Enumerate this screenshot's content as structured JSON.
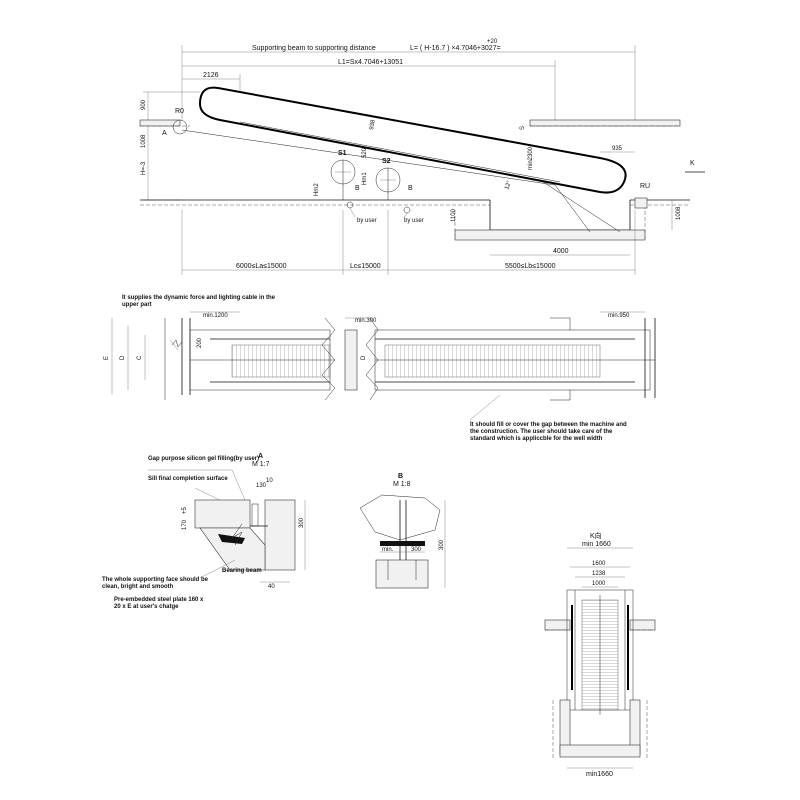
{
  "elevation": {
    "title_support": "Supporting beam to supporting distance",
    "formula_L": "L= ( H-16.7 ) ×4.7046+3027=",
    "formula_L_sup": "+20",
    "formula_L1": "L1=Sx4.7046+13051",
    "dim_2126": "2126",
    "dim_900": "900",
    "dim_1008_left": "1008",
    "dim_H": "H=-3",
    "label_R0": "R0",
    "label_A": "A",
    "label_S": "S",
    "label_S1": "S1",
    "label_S2": "S2",
    "dim_938": "938",
    "dim_520": "520",
    "dim_min2300": "min2300",
    "dim_935": "935",
    "angle_12": "12°",
    "label_RU": "RU",
    "label_K": "K",
    "label_Hm2": "Hm2",
    "label_Hm1": "Hm1",
    "label_B1": "B",
    "label_B2": "B",
    "by_user_1": "by user",
    "by_user_2": "by user",
    "dim_1100": "1100",
    "dim_1008_right": "1008",
    "dim_4000": "4000",
    "dim_La": "6000≤La≤15000",
    "dim_Lc": "Lc≤15000",
    "dim_Lb": "5500≤Lb≤15000"
  },
  "plan": {
    "note_top": "It supplies the dynamic force and lighting cable in the upper part",
    "dim_min1200": "min.1200",
    "dim_min300": "min.300",
    "dim_min950": "min.950",
    "dim_200": "200",
    "label_E": "E",
    "label_D_left": "D",
    "label_C": "C",
    "label_D_mid": "D",
    "note_bottom": "It should fill or cover the gap between the machine and the construction. The user should take care of the standard which is appliccble for the well width"
  },
  "detail_A": {
    "title": "A",
    "scale": "M 1:7",
    "note_gap": "Gap purpose silicon gel filling(by user)",
    "note_sill": "Sill final completion surface",
    "dim_130": "130",
    "dim_10": "10",
    "dim_170": "170",
    "dim_170_tol": "+5",
    "dim_300": "300",
    "dim_40": "40",
    "label_beam": "Bearing beam",
    "note_support": "The whole supporting face should be clean, bright and smooth",
    "note_plate": "Pre-embedded steel plate 160 x 20 x E at user's chatge"
  },
  "detail_B": {
    "title": "B",
    "scale": "M 1:8",
    "dim_min": "min.",
    "dim_300a": "300",
    "dim_300b": "300"
  },
  "view_K": {
    "title": "K向",
    "dim_min1660_top": "min 1660",
    "dim_1600": "1600",
    "dim_1238": "1238",
    "dim_1000": "1000",
    "dim_min1660_bottom": "min1660"
  }
}
